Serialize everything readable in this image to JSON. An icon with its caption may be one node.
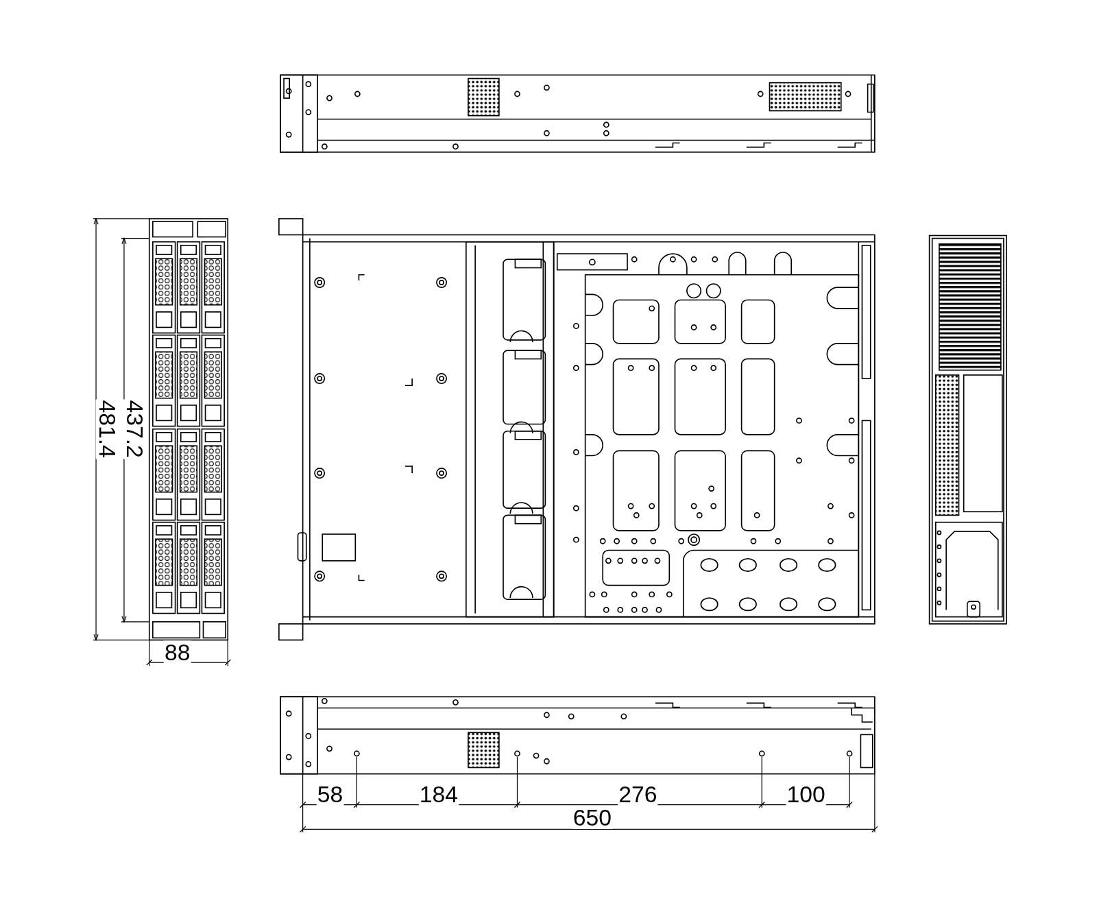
{
  "diagram": {
    "labels": [
      "481.4",
      "437.2",
      "88",
      "58",
      "184",
      "276",
      "100",
      "650"
    ]
  }
}
